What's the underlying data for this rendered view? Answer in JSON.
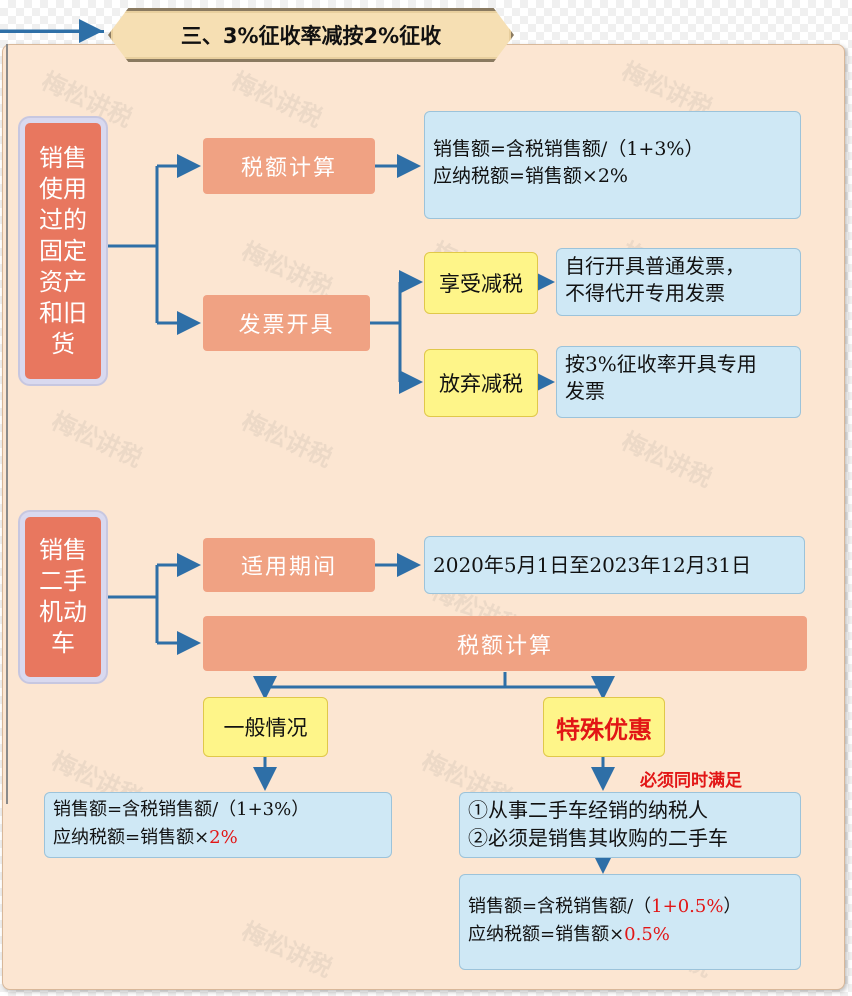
{
  "title": "三、3%征收率减按2%征收",
  "watermark": "梅松讲税",
  "colors": {
    "line": "#2e6fa7",
    "orange_box": "#f0a283",
    "category_box": "#e8775f",
    "yellow_box": "#fef589",
    "blue_box": "#cfe8f5",
    "red_text": "#e21616"
  },
  "section1": {
    "category": "销售使用过的固定资产和旧货",
    "tax_calc_label": "税额计算",
    "tax_calc_lines": [
      "销售额=含税销售额/（1+3%）",
      "应纳税额=销售额×2%"
    ],
    "invoice_label": "发票开具",
    "enjoy_label": "享受减税",
    "enjoy_lines": [
      "自行开具普通发票，",
      "不得代开专用发票"
    ],
    "waive_label": "放弃减税",
    "waive_lines": [
      "按3%征收率开具专用",
      "发票"
    ]
  },
  "section2": {
    "category": "销售二手机动车",
    "period_label": "适用期间",
    "period_value": "2020年5月1日至2023年12月31日",
    "tax_calc_label": "税额计算",
    "general_label": "一般情况",
    "general_line1": "销售额=含税销售额/（1+3%）",
    "general_line2_prefix": "应纳税额=销售额×",
    "general_line2_rate": "2%",
    "special_label": "特殊优惠",
    "special_note": "必须同时满足",
    "conditions": [
      "①从事二手车经销的纳税人",
      "②必须是销售其收购的二手车"
    ],
    "special_line1_prefix": "销售额=含税销售额/（",
    "special_line1_rate": "1+0.5%",
    "special_line1_suffix": "）",
    "special_line2_prefix": "应纳税额=销售额×",
    "special_line2_rate": "0.5%"
  }
}
